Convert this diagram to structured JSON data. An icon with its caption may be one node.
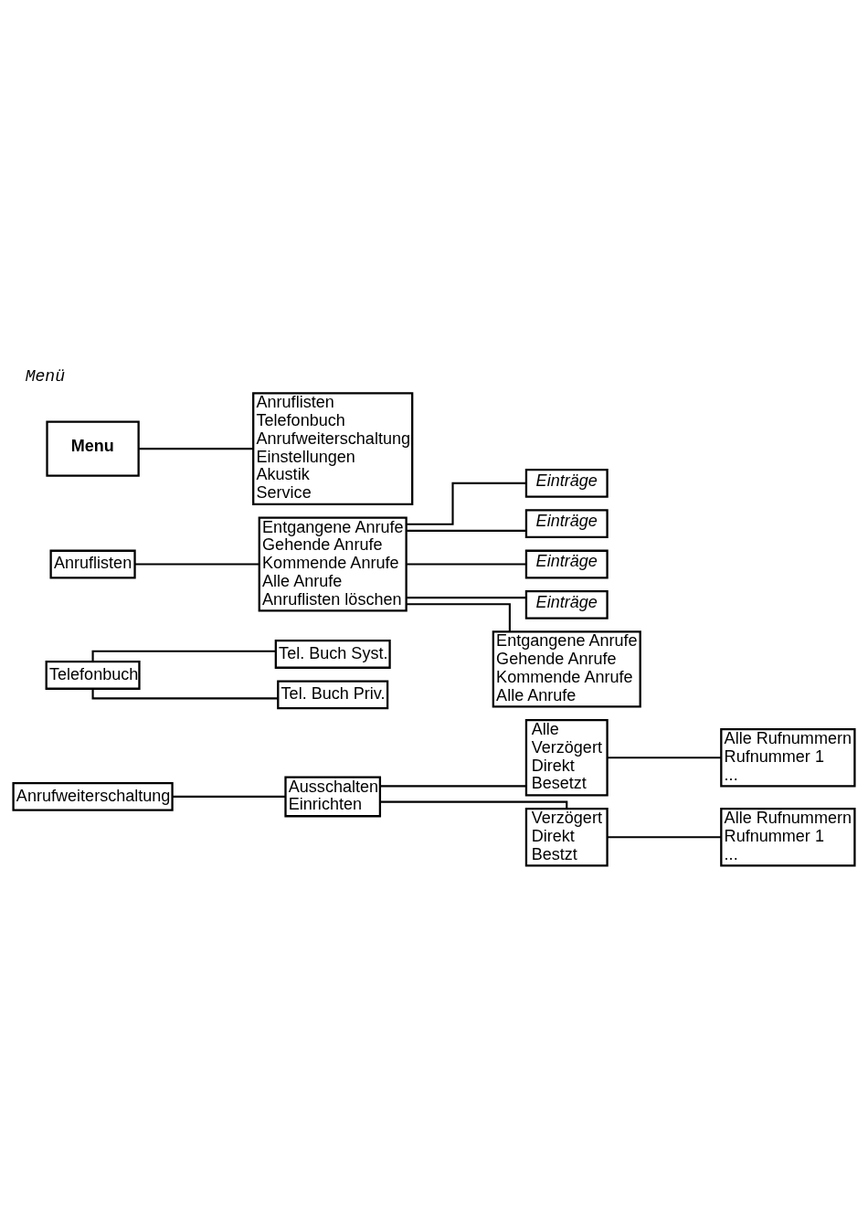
{
  "diagram": {
    "title": "Menü",
    "nodes": [
      {
        "text": [
          "Menu"
        ]
      },
      {
        "text": [
          "Anruflisten",
          "Telefonbuch",
          "Anrufweiterschaltung",
          "Einstellungen",
          "Akustik",
          "Service"
        ]
      },
      {
        "text": [
          "Anruflisten"
        ]
      },
      {
        "text": [
          "Entgangene Anrufe",
          "Gehende Anrufe",
          "Kommende Anrufe",
          "Alle Anrufe",
          "Anruflisten löschen"
        ]
      },
      {
        "text": [
          "Einträge"
        ]
      },
      {
        "text": [
          "Einträge"
        ]
      },
      {
        "text": [
          "Einträge"
        ]
      },
      {
        "text": [
          "Einträge"
        ]
      },
      {
        "text": [
          "Entgangene Anrufe",
          "Gehende Anrufe",
          "Kommende Anrufe",
          "Alle Anrufe"
        ]
      },
      {
        "text": [
          "Telefonbuch"
        ]
      },
      {
        "text": [
          "Tel. Buch Syst."
        ]
      },
      {
        "text": [
          "Tel. Buch Priv."
        ]
      },
      {
        "text": [
          "Anrufweiterschaltung"
        ]
      },
      {
        "text": [
          "Ausschalten",
          "Einrichten"
        ]
      },
      {
        "text": [
          "Alle",
          "Verzögert",
          "Direkt",
          "Besetzt"
        ]
      },
      {
        "text": [
          "Verzögert",
          "Direkt",
          "Bestzt"
        ]
      },
      {
        "text": [
          "Alle Rufnummern",
          "Rufnummer 1",
          "..."
        ]
      },
      {
        "text": [
          "Alle Rufnummern",
          "Rufnummer 1",
          "..."
        ]
      }
    ],
    "edges": [
      {
        "from": 0,
        "to": 1,
        "arrow": "none"
      },
      {
        "from": 2,
        "to": 3,
        "arrow": "none"
      },
      {
        "from": 3,
        "to": 4,
        "arrow": "none"
      },
      {
        "from": 3,
        "to": 5,
        "arrow": "none"
      },
      {
        "from": 3,
        "to": 6,
        "arrow": "none"
      },
      {
        "from": 3,
        "to": 7,
        "arrow": "none"
      },
      {
        "from": 3,
        "to": 8,
        "arrow": "none"
      },
      {
        "from": 9,
        "to": 10,
        "arrow": "none"
      },
      {
        "from": 9,
        "to": 11,
        "arrow": "none"
      },
      {
        "from": 12,
        "to": 13,
        "arrow": "none"
      },
      {
        "from": 13,
        "to": 14,
        "arrow": "none"
      },
      {
        "from": 13,
        "to": 15,
        "arrow": "none"
      },
      {
        "from": 14,
        "to": 16,
        "arrow": "none"
      },
      {
        "from": 15,
        "to": 17,
        "arrow": "none"
      }
    ]
  }
}
